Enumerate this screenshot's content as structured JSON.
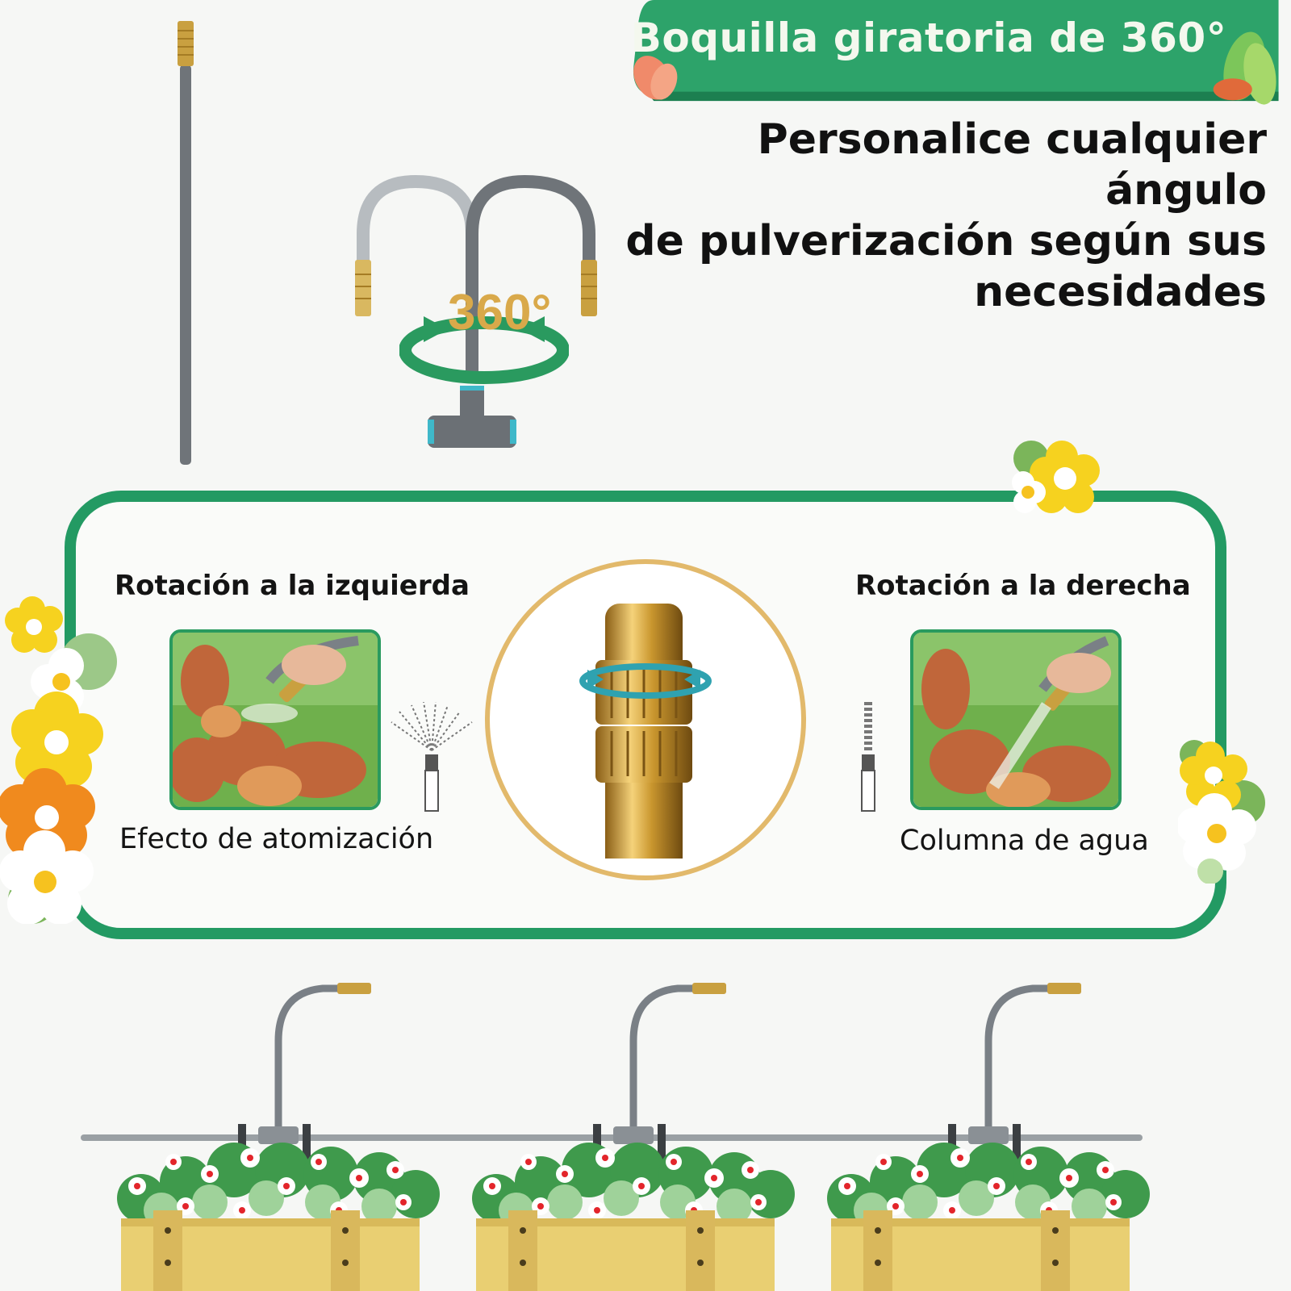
{
  "header": {
    "title": "Boquilla giratoria de 360°",
    "subtitle_lines": [
      "Personalice cualquier ángulo",
      "de pulverización según sus",
      "necesidades"
    ]
  },
  "rotation_badge": {
    "text": "360°"
  },
  "left_panel": {
    "heading": "Rotación a la izquierda",
    "caption": "Efecto de atomización"
  },
  "right_panel": {
    "heading": "Rotación a la derecha",
    "caption": "Columna de agua"
  },
  "icons": {
    "nozzle": "brass-nozzle-icon",
    "rotate": "rotate-arrow-icon",
    "mist": "mist-spray-icon",
    "jet": "water-jet-icon",
    "flower": "flower-icon"
  },
  "colors": {
    "brand_green": "#239a63",
    "banner_green": "#2da36a",
    "brass": "#c9a040",
    "badge_gold": "#d9a94a",
    "hose_gray": "#6f7479",
    "planter": "#e9cf72"
  }
}
